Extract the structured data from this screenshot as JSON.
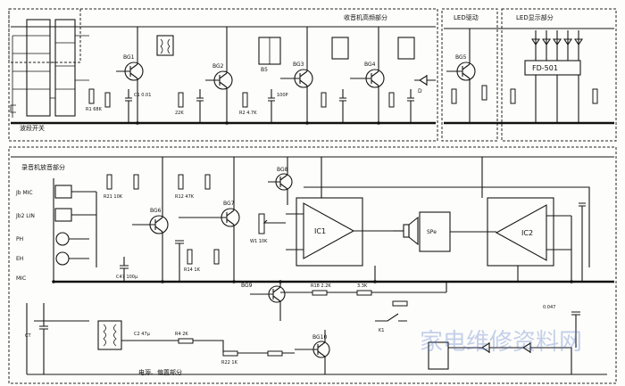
{
  "colors": {
    "ink": "#151515",
    "paper": "#fdfdfb",
    "watermark": "#5a78c8"
  },
  "sections": {
    "tuner": "收音机高频部分",
    "led_drive": "LED驱动",
    "led_display": "LED显示部分",
    "recorder": "录音机放音部分",
    "power": "电源、偏置部分",
    "bandswitch": "波段开关"
  },
  "display_module": "FD-501",
  "ics": {
    "ic1": "IC1",
    "ic2": "IC2"
  },
  "inputs": [
    "Jb MIC",
    "Jb2 LIN",
    "PH",
    "EH",
    "MIC"
  ],
  "speaker": "SPe",
  "transistors": {
    "bg1": "BG1",
    "bg2": "BG2",
    "bg3": "BG3",
    "bg4": "BG4",
    "bg5": "BG5",
    "bg6": "BG6",
    "bg7": "BG7",
    "bg8": "BG8",
    "bg9": "BG9",
    "bg10": "BG10"
  },
  "parts": {
    "r1": "R1 68K",
    "r2": "22K",
    "r3": "R2 4.7K",
    "r4": "R22 1K",
    "r5": "R4 2K",
    "c1": "C1 0.01",
    "c2": "C2 47μ",
    "c3": "100P",
    "c4": "C47 100μ",
    "c5": "0.047",
    "r6": "R21 10K",
    "r7": "R12 47K",
    "r8": "R14 1K",
    "r9": "R18 2.2K",
    "r10": "3.3K",
    "vr": "W1 10K",
    "ct": "CT",
    "b5": "B5",
    "d": "D",
    "ka": "K1"
  },
  "watermark": "家电维修资料网"
}
